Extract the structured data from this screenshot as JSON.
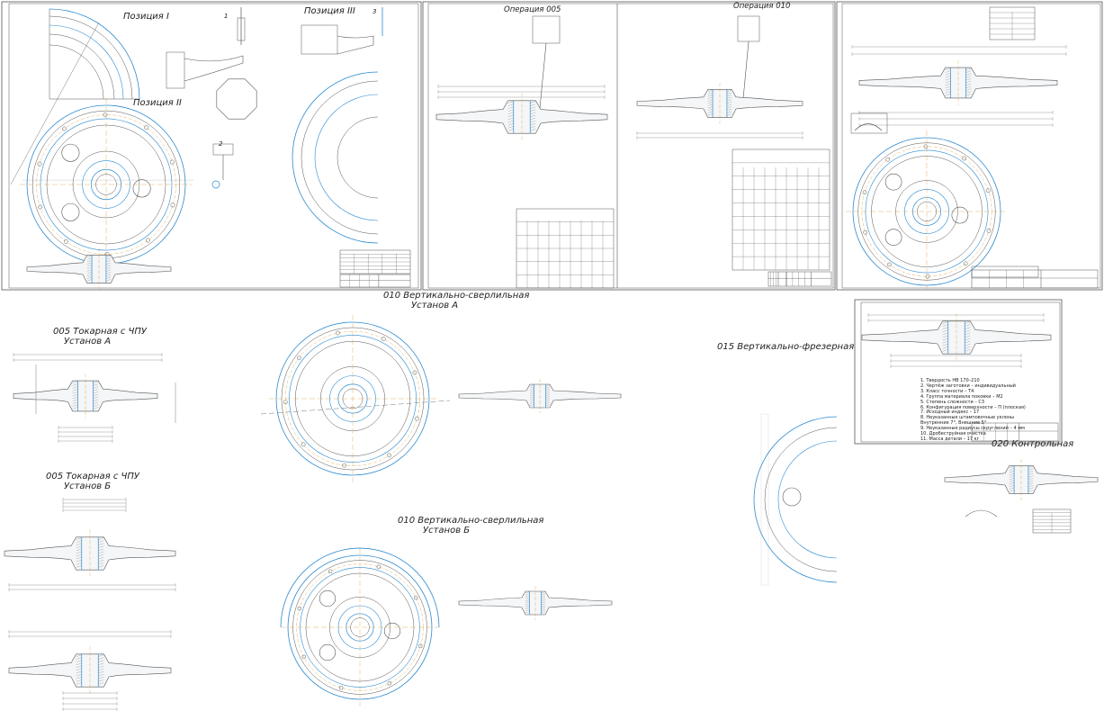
{
  "sheet1": {
    "pos1": "Позиция I",
    "pos2": "Позиция II",
    "pos3": "Позиция III",
    "mark1": "1",
    "mark2": "2",
    "mark3": "3"
  },
  "sheet2": {
    "op005": "Операция 005",
    "op010": "Операция 010"
  },
  "views": {
    "turn_a_1": "005 Токарная с ЧПУ",
    "turn_a_2": "Установ А",
    "turn_b_1": "005 Токарная с ЧПУ",
    "turn_b_2": "Установ Б",
    "drill_a_1": "010 Вертикально-сверлильная",
    "drill_a_2": "Установ А",
    "drill_b_1": "010 Вертикально-сверлильная",
    "drill_b_2": "Установ Б",
    "mill": "015 Вертикально-фрезерная",
    "control": "020 Контрольная"
  },
  "requirements": [
    "1. Твердость НВ 170–210",
    "2. Чертёж заготовки – индивидуальный",
    "3. Класс точности – Т4",
    "4. Группа материала поковки – М2",
    "5. Степень сложности – С3",
    "6. Конфигурация поверхности – П (плоская)",
    "7. Исходный индекс – 17",
    "8. Неуказанные штамповочные уклоны",
    "   Внутренние 7°, Внешние 5°",
    "9. Неуказанные радиусы скруглений – 4 мм",
    "10. Дробеструйная очистка",
    "11. Масса детали – 17 кг"
  ],
  "colors": {
    "line": "#555555",
    "accent": "#2a8ad0",
    "center": "#d9a13a",
    "hatch": "#7a7a7a"
  }
}
